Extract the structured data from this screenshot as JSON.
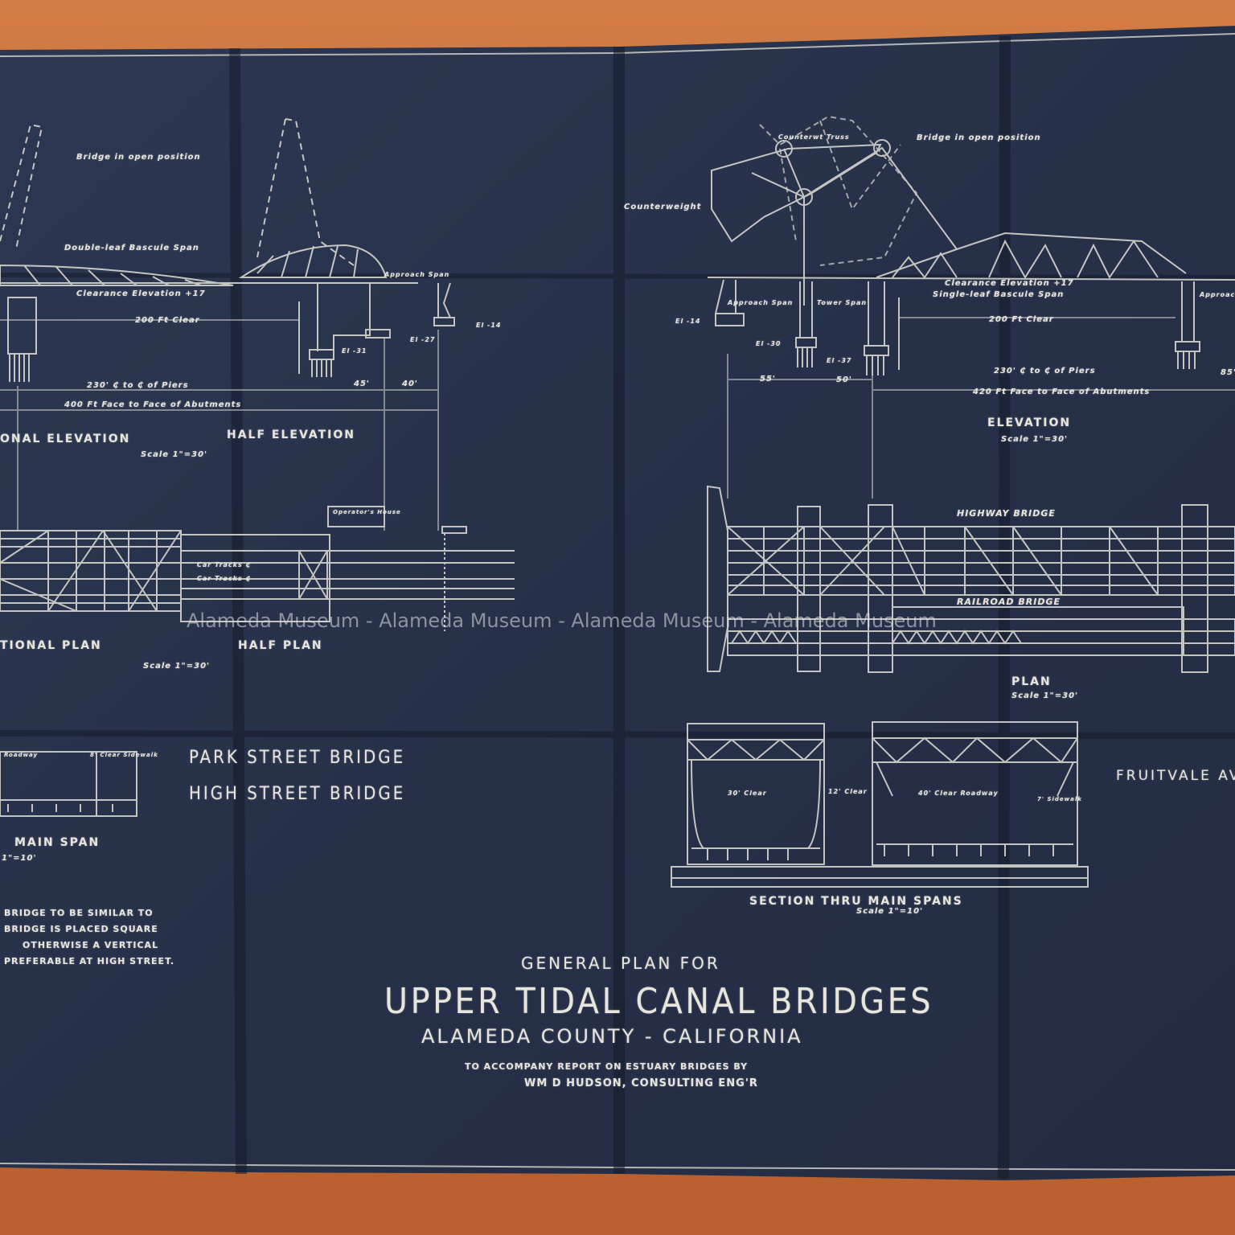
{
  "colors": {
    "paper": "#27324c",
    "lines": "#e8e6dc",
    "wood": "#c8713e"
  },
  "left_elevation": {
    "open_label": "Bridge in open position",
    "span_label": "Double-leaf Bascule Span",
    "clearance": "Clearance Elevation +17",
    "approach": "Approach Span",
    "clear": "200 Ft Clear",
    "el1": "El -31",
    "el2": "El -27",
    "el3": "El -14",
    "dim1": "45'",
    "dim2": "40'",
    "piers": "230' ₵ to ₵ of Piers",
    "faces": "400 Ft Face to Face of Abutments",
    "title_a": "ONAL ELEVATION",
    "title_b": "HALF ELEVATION",
    "scale": "Scale 1\"=30'"
  },
  "left_plan": {
    "operator": "Operator's House",
    "track1": "Car Tracks ₵",
    "track2": "Car Tracks ₵",
    "title_a": "TIONAL PLAN",
    "title_b": "HALF PLAN",
    "scale": "Scale 1\"=30'"
  },
  "left_section": {
    "roadway": "Roadway",
    "clear": "8' Clear Sidewalk",
    "title": "MAIN SPAN",
    "scale": "1\"=10'"
  },
  "bridges": {
    "park": "PARK STREET BRIDGE",
    "high": "HIGH STREET BRIDGE"
  },
  "notes": [
    "BRIDGE TO BE SIMILAR TO",
    "BRIDGE IS PLACED SQUARE",
    "OTHERWISE A VERTICAL",
    "PREFERABLE AT HIGH STREET."
  ],
  "right_elevation": {
    "open_label": "Bridge in open position",
    "cw_truss": "Counterwt Truss",
    "counterweight": "Counterweight",
    "approach": "Approach Span",
    "tower": "Tower Span",
    "clearance": "Clearance Elevation +17",
    "span_label": "Single-leaf Bascule Span",
    "approach_r": "Approach",
    "el1": "El -14",
    "el2": "El -30",
    "el3": "El -37",
    "clear": "200 Ft Clear",
    "dim1": "55'",
    "dim2": "50'",
    "dim3": "85'",
    "piers": "230' ₵ to ₵ of Piers",
    "faces": "420 Ft Face to Face of Abutments",
    "title": "ELEVATION",
    "scale": "Scale 1\"=30'"
  },
  "right_plan": {
    "highway": "HIGHWAY BRIDGE",
    "railroad": "RAILROAD BRIDGE",
    "title": "PLAN",
    "scale": "Scale 1\"=30'"
  },
  "right_section": {
    "clear1": "30' Clear",
    "clear2": "12' Clear",
    "clear3": "40' Clear Roadway",
    "sidewalk": "7' Sidewalk",
    "title": "SECTION THRU MAIN SPANS",
    "scale": "Scale 1\"=10'"
  },
  "fruitvale": "FRUITVALE AV",
  "title_block": {
    "line1": "GENERAL PLAN FOR",
    "line2": "UPPER TIDAL CANAL BRIDGES",
    "line3": "ALAMEDA COUNTY  -  CALIFORNIA",
    "line4": "TO ACCOMPANY REPORT ON ESTUARY BRIDGES  BY",
    "line5": "WM D HUDSON, CONSULTING ENG'R"
  },
  "watermark": "Alameda Museum - Alameda Museum - Alameda Museum - Alameda Museum"
}
